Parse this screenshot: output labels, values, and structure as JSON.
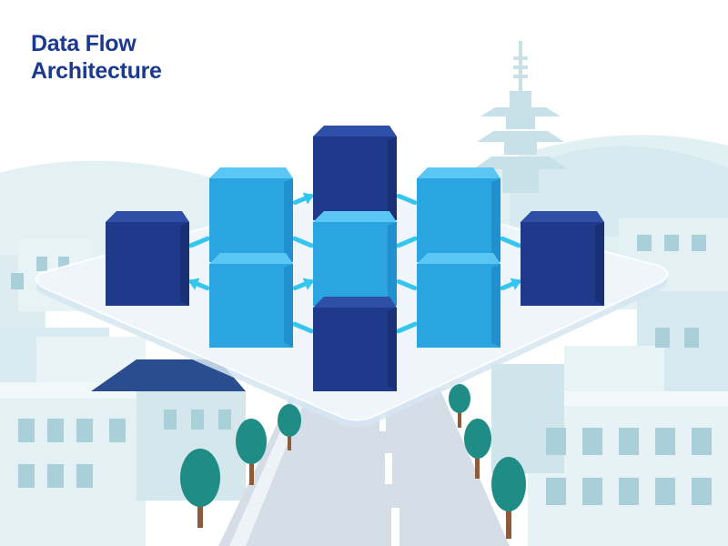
{
  "title": {
    "line1": "Data Flow",
    "line2": "Architecture"
  },
  "colors": {
    "title": "#1b3a8f",
    "sky": "#ffffff",
    "hills": "#e1f0f3",
    "buildings_light": "#e6f2f5",
    "buildings_mid": "#cfe6ec",
    "buildings_dark": "#b5d6df",
    "window": "#a9cfd9",
    "navy_roof": "#2a4d8f",
    "road": "#d4dde6",
    "tree": "#1f8c86",
    "trunk": "#8f5a3a",
    "platform": "#eef5fb",
    "platform_edge": "#d5e5f1",
    "connector": "#35c6ef",
    "node_dark_top": "#2f4fa6",
    "node_dark_front": "#1f3a8a",
    "node_dark_side": "#15296a",
    "node_light_top": "#5ac6f3",
    "node_light_front": "#2ba4e2",
    "node_light_side": "#1a84c6"
  },
  "diagram": {
    "nodes": [
      {
        "id": "node-top",
        "tone": "dark"
      },
      {
        "id": "node-upper-left",
        "tone": "light"
      },
      {
        "id": "node-upper-right",
        "tone": "light"
      },
      {
        "id": "node-left",
        "tone": "dark"
      },
      {
        "id": "node-center",
        "tone": "light"
      },
      {
        "id": "node-right",
        "tone": "dark"
      },
      {
        "id": "node-lower-left",
        "tone": "light"
      },
      {
        "id": "node-lower-right",
        "tone": "light"
      },
      {
        "id": "node-bottom",
        "tone": "dark"
      }
    ],
    "edges": [
      {
        "from": "node-upper-left",
        "to": "node-top",
        "arrow": true
      },
      {
        "from": "node-top",
        "to": "node-upper-right",
        "arrow": false
      },
      {
        "from": "node-left",
        "to": "node-upper-left",
        "arrow": false
      },
      {
        "from": "node-upper-left",
        "to": "node-center",
        "arrow": false
      },
      {
        "from": "node-center",
        "to": "node-upper-right",
        "arrow": false
      },
      {
        "from": "node-upper-right",
        "to": "node-right",
        "arrow": false
      },
      {
        "from": "node-lower-left",
        "to": "node-left",
        "arrow": true
      },
      {
        "from": "node-lower-left",
        "to": "node-center",
        "arrow": true
      },
      {
        "from": "node-center",
        "to": "node-lower-right",
        "arrow": false
      },
      {
        "from": "node-lower-right",
        "to": "node-right",
        "arrow": true
      },
      {
        "from": "node-lower-left",
        "to": "node-bottom",
        "arrow": false
      },
      {
        "from": "node-bottom",
        "to": "node-lower-right",
        "arrow": false
      }
    ]
  }
}
